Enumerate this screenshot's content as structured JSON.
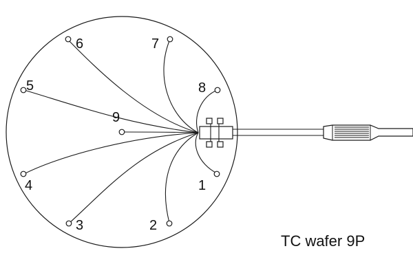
{
  "diagram": {
    "caption": "TC wafer 9P",
    "points": [
      {
        "id": "1",
        "label": "1"
      },
      {
        "id": "2",
        "label": "2"
      },
      {
        "id": "3",
        "label": "3"
      },
      {
        "id": "4",
        "label": "4"
      },
      {
        "id": "5",
        "label": "5"
      },
      {
        "id": "6",
        "label": "6"
      },
      {
        "id": "7",
        "label": "7"
      },
      {
        "id": "8",
        "label": "8"
      },
      {
        "id": "9",
        "label": "9"
      }
    ]
  }
}
